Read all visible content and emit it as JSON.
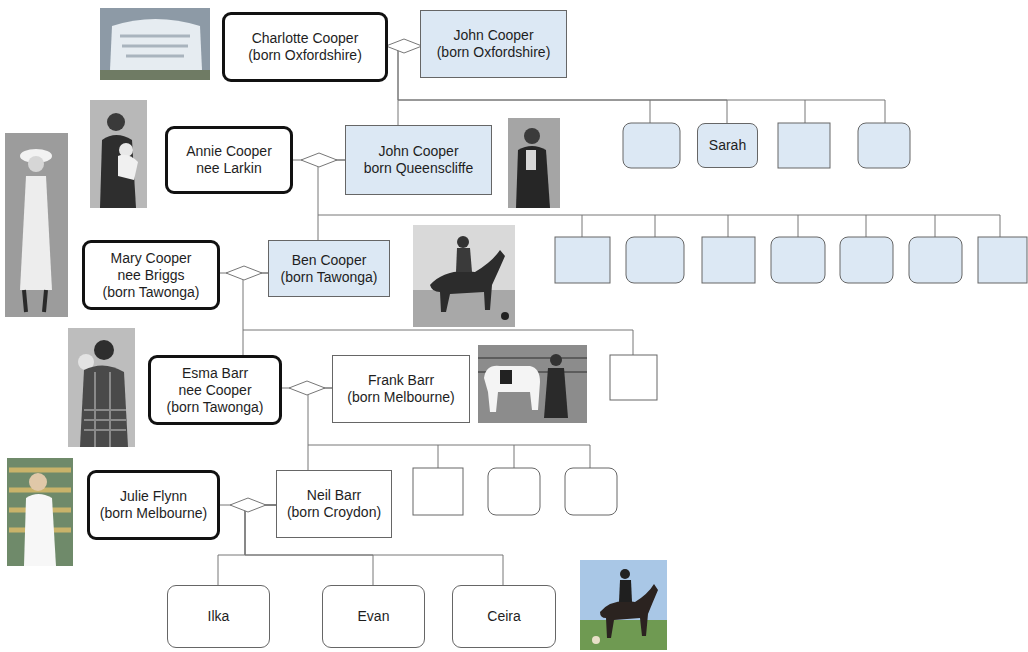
{
  "diagram": {
    "nodes": [
      {
        "text": [
          "Charlotte Cooper",
          "(born Oxfordshire)"
        ]
      },
      {
        "text": [
          "John Cooper",
          "(born Oxfordshire)"
        ]
      },
      {
        "text": [
          "Annie Cooper",
          "nee Larkin"
        ]
      },
      {
        "text": [
          "John Cooper",
          "born Queenscliffe"
        ]
      },
      {
        "text": [
          "Sarah"
        ]
      },
      {
        "text": [
          "Mary Cooper",
          "nee Briggs",
          "(born Tawonga)"
        ]
      },
      {
        "text": [
          "Ben Cooper",
          "(born Tawonga)"
        ]
      },
      {
        "text": [
          "Esma Barr",
          "nee Cooper",
          "(born Tawonga)"
        ]
      },
      {
        "text": [
          "Frank Barr",
          "(born Melbourne)"
        ]
      },
      {
        "text": [
          "Julie Flynn",
          "(born Melbourne)"
        ]
      },
      {
        "text": [
          "Neil Barr",
          "(born Croydon)"
        ]
      },
      {
        "text": [
          "Ilka"
        ]
      },
      {
        "text": [
          "Evan"
        ]
      },
      {
        "text": [
          "Ceira"
        ]
      }
    ],
    "edges": [
      {
        "from": 0,
        "to": 1,
        "arrow": "none"
      },
      {
        "from": 1,
        "to": 3,
        "arrow": "none"
      },
      {
        "from": 1,
        "to": 4,
        "arrow": "none"
      },
      {
        "from": 2,
        "to": 3,
        "arrow": "none"
      },
      {
        "from": 3,
        "to": 6,
        "arrow": "none"
      },
      {
        "from": 5,
        "to": 6,
        "arrow": "none"
      },
      {
        "from": 6,
        "to": 7,
        "arrow": "none"
      },
      {
        "from": 7,
        "to": 8,
        "arrow": "none"
      },
      {
        "from": 8,
        "to": 10,
        "arrow": "none"
      },
      {
        "from": 9,
        "to": 10,
        "arrow": "none"
      },
      {
        "from": 10,
        "to": 11,
        "arrow": "none"
      },
      {
        "from": 10,
        "to": 12,
        "arrow": "none"
      },
      {
        "from": 10,
        "to": 13,
        "arrow": "none"
      }
    ]
  }
}
